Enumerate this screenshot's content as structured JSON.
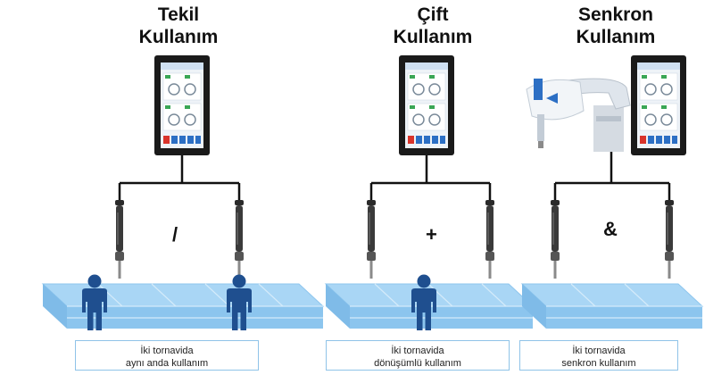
{
  "modes": [
    {
      "title_line1": "Tekil",
      "title_line2": "Kullanım",
      "operator": "/",
      "caption_line1": "İki tornavida",
      "caption_line2": "aynı anda kullanım"
    },
    {
      "title_line1": "Çift",
      "title_line2": "Kullanım",
      "operator": "+",
      "caption_line1": "İki tornavida",
      "caption_line2": "dönüşümlü kullanım"
    },
    {
      "title_line1": "Senkron",
      "title_line2": "Kullanım",
      "operator": "&",
      "caption_line1": "İki tornavida",
      "caption_line2": "senkron kullanım"
    }
  ],
  "colors": {
    "platform_top": "#a9d6f5",
    "platform_side": "#7fbbe8",
    "person": "#1f4f8f",
    "wire": "#111111",
    "caption_border": "#8fc3e8",
    "controller_frame": "#1a1a1a",
    "robot_body": "#e9edf2",
    "robot_accent": "#2c6fc4"
  },
  "icons": [
    "controller-screen-icon",
    "screwdriver-icon",
    "person-icon",
    "scara-robot-icon"
  ]
}
